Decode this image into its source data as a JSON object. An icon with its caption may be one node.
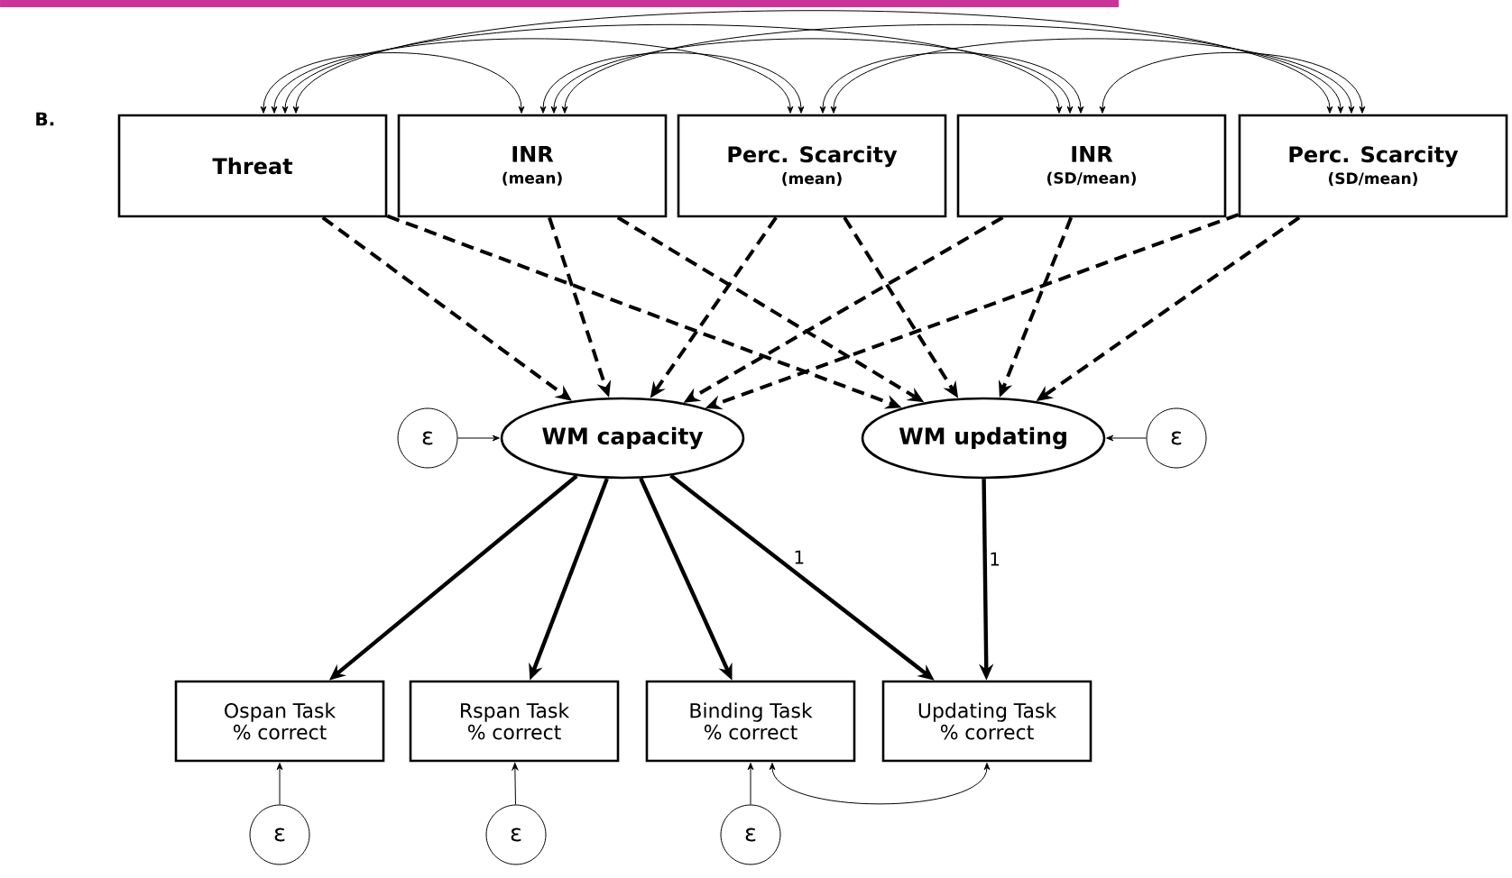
{
  "diagram": {
    "nodes": [
      {
        "text": [
          "Threat"
        ]
      },
      {
        "text": [
          "INR",
          "(mean)"
        ]
      },
      {
        "text": [
          "Perc. Scarcity",
          "(mean)"
        ]
      },
      {
        "text": [
          "INR",
          "(SD/mean)"
        ]
      },
      {
        "text": [
          "Perc. Scarcity",
          "(SD/mean)"
        ]
      },
      {
        "text": [
          "WM capacity"
        ]
      },
      {
        "text": [
          "WM updating"
        ]
      },
      {
        "text": [
          "ε"
        ]
      },
      {
        "text": [
          "ε"
        ]
      },
      {
        "text": [
          "Ospan Task % correct"
        ]
      },
      {
        "text": [
          "Rspan Task % correct"
        ]
      },
      {
        "text": [
          "Binding Task % correct"
        ]
      },
      {
        "text": [
          "Updating Task % correct"
        ]
      },
      {
        "text": [
          "ε"
        ]
      },
      {
        "text": [
          "ε"
        ]
      },
      {
        "text": [
          "ε"
        ]
      }
    ],
    "edges": [
      {
        "from": 0,
        "to": 1,
        "arrow": "both"
      },
      {
        "from": 0,
        "to": 2,
        "arrow": "both"
      },
      {
        "from": 0,
        "to": 3,
        "arrow": "both"
      },
      {
        "from": 0,
        "to": 4,
        "arrow": "both"
      },
      {
        "from": 1,
        "to": 2,
        "arrow": "both"
      },
      {
        "from": 1,
        "to": 3,
        "arrow": "both"
      },
      {
        "from": 1,
        "to": 4,
        "arrow": "both"
      },
      {
        "from": 2,
        "to": 3,
        "arrow": "both"
      },
      {
        "from": 2,
        "to": 4,
        "arrow": "both"
      },
      {
        "from": 3,
        "to": 4,
        "arrow": "both"
      },
      {
        "from": 0,
        "to": 5,
        "arrow": "to",
        "style": "dashed"
      },
      {
        "from": 0,
        "to": 6,
        "arrow": "to",
        "style": "dashed"
      },
      {
        "from": 1,
        "to": 5,
        "arrow": "to",
        "style": "dashed"
      },
      {
        "from": 1,
        "to": 6,
        "arrow": "to",
        "style": "dashed"
      },
      {
        "from": 2,
        "to": 5,
        "arrow": "to",
        "style": "dashed"
      },
      {
        "from": 2,
        "to": 6,
        "arrow": "to",
        "style": "dashed"
      },
      {
        "from": 3,
        "to": 5,
        "arrow": "to",
        "style": "dashed"
      },
      {
        "from": 3,
        "to": 6,
        "arrow": "to",
        "style": "dashed"
      },
      {
        "from": 4,
        "to": 5,
        "arrow": "to",
        "style": "dashed"
      },
      {
        "from": 4,
        "to": 6,
        "arrow": "to",
        "style": "dashed"
      },
      {
        "from": 7,
        "to": 5,
        "arrow": "to"
      },
      {
        "from": 8,
        "to": 6,
        "arrow": "to"
      },
      {
        "from": 5,
        "to": 9,
        "arrow": "to",
        "style": "thick"
      },
      {
        "from": 5,
        "to": 10,
        "arrow": "to",
        "style": "thick"
      },
      {
        "from": 5,
        "to": 11,
        "arrow": "to",
        "style": "thick"
      },
      {
        "from": 5,
        "to": 12,
        "arrow": "to",
        "style": "thick",
        "label": "1"
      },
      {
        "from": 6,
        "to": 12,
        "arrow": "to",
        "style": "thick",
        "label": "1"
      },
      {
        "from": 13,
        "to": 9,
        "arrow": "to"
      },
      {
        "from": 14,
        "to": 10,
        "arrow": "to"
      },
      {
        "from": 15,
        "to": 11,
        "arrow": "to"
      },
      {
        "from": 11,
        "to": 12,
        "arrow": "both"
      }
    ],
    "labels": [
      "B."
    ]
  }
}
